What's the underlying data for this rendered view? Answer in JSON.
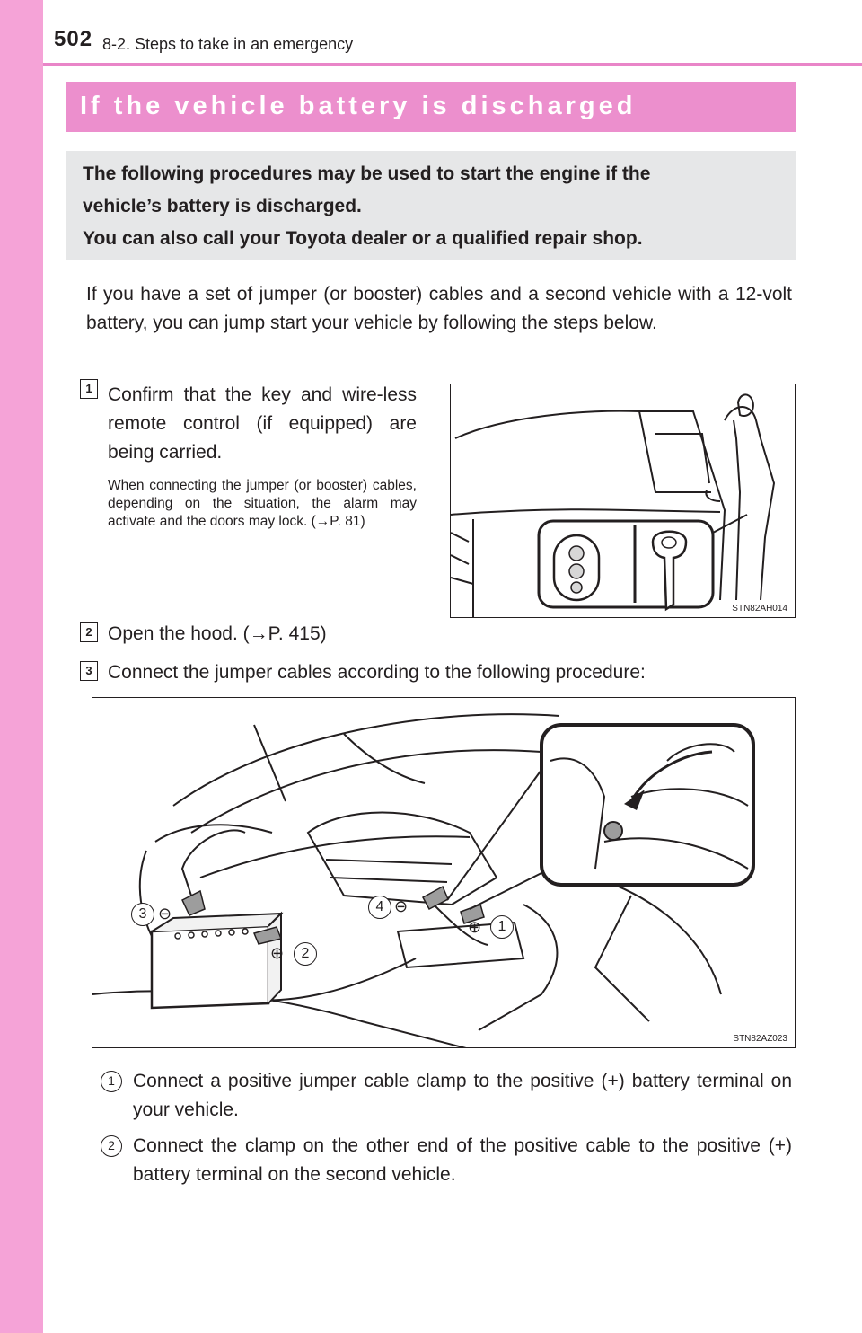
{
  "header": {
    "page_number": "502",
    "section": "8-2. Steps to take in an emergency"
  },
  "title": "If the vehicle battery is discharged",
  "summary": {
    "line1": "The following procedures may be used to start the engine if the",
    "line2": "vehicle’s battery is discharged.",
    "line3": "You can also call your Toyota dealer or a qualified repair shop."
  },
  "intro": "If you have a set of jumper (or booster) cables and a second vehicle with a 12-volt battery, you can jump start your vehicle by following the steps below.",
  "steps": [
    {
      "number": "1",
      "text": "Confirm that the key and wire-less remote control (if equipped) are being carried.",
      "note": "When connecting the jumper (or booster) cables, depending on the situation, the alarm may activate and the doors may lock. (→P. 81)"
    },
    {
      "number": "2",
      "text": "Open the hood. (→P. 415)"
    },
    {
      "number": "3",
      "text": "Connect the jumper cables according to the following procedure:"
    }
  ],
  "figures": {
    "fig1_code": "STN82AH014",
    "fig2_code": "STN82AZ023",
    "fig2_labels": [
      "3",
      "4",
      "1",
      "2"
    ]
  },
  "substeps": [
    {
      "number": "1",
      "text": "Connect a positive jumper cable clamp to the positive (+) battery terminal on your vehicle."
    },
    {
      "number": "2",
      "text": "Connect the clamp on the other end of the positive cable to the positive (+) battery terminal on the second vehicle."
    }
  ],
  "colors": {
    "tab": "#f5a3d7",
    "title_bar": "#ec8fcd",
    "summary_bg": "#e6e7e8"
  }
}
